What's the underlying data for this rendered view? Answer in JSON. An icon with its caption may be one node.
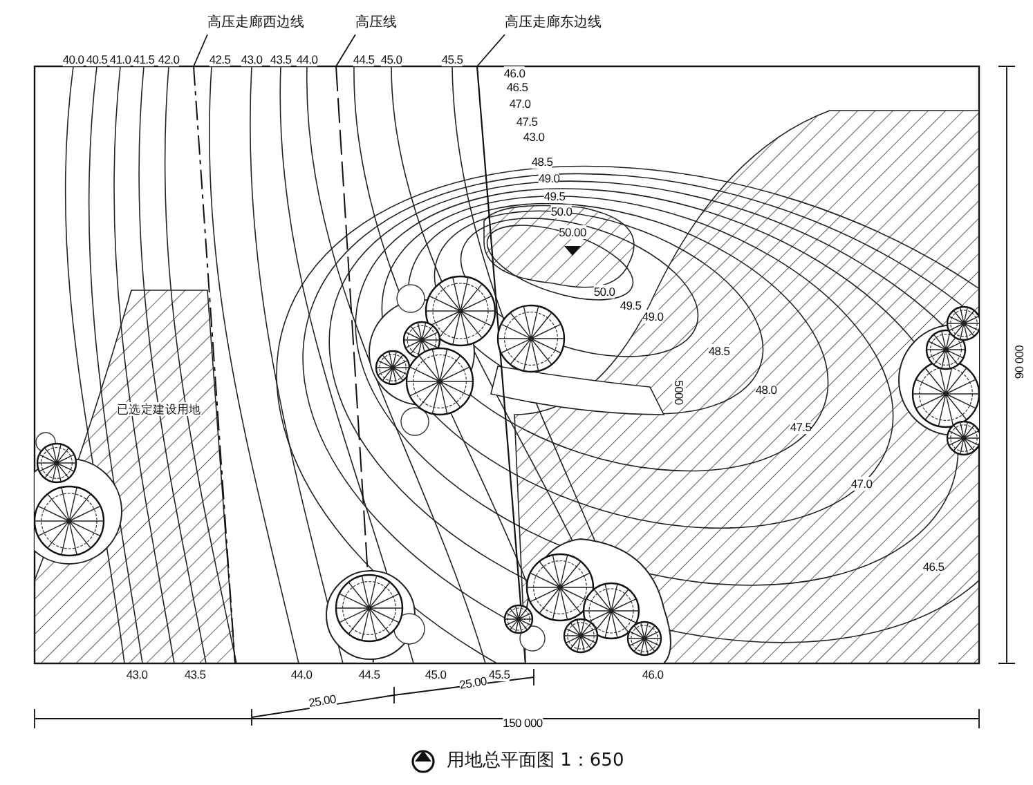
{
  "diagram": {
    "caption": "用地总平面图 1：650",
    "nodes": [
      {
        "text": [
          "高压走廊西边线"
        ]
      },
      {
        "text": [
          "高压线"
        ]
      },
      {
        "text": [
          "高压走廊东边线"
        ]
      }
    ],
    "edges": [
      {
        "from": 0,
        "to": null,
        "arrow": "none"
      },
      {
        "from": 1,
        "to": null,
        "arrow": "none"
      },
      {
        "from": 2,
        "to": null,
        "arrow": "none"
      }
    ],
    "labels": [
      "40.0",
      "40.5",
      "41.0",
      "41.5",
      "42.0",
      "42.5",
      "43.0",
      "43.5",
      "44.0",
      "44.5",
      "45.0",
      "45.5",
      "46.0",
      "46.5",
      "47.0",
      "47.5",
      "43.0",
      "48.5",
      "49.0",
      "49.5",
      "50.0",
      "50.00",
      "50.0",
      "49.5",
      "49.0",
      "48.5",
      "5000",
      "48.0",
      "47.5",
      "47.0",
      "46.5",
      "已选定建设用地",
      "43.0",
      "43.5",
      "44.0",
      "44.5",
      "45.0",
      "45.5",
      "46.0",
      "25.00",
      "25.00",
      "150 000",
      "90 000"
    ]
  }
}
